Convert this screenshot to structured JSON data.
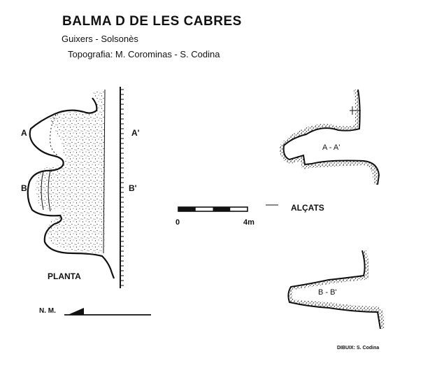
{
  "title": "BALMA D DE LES CABRES",
  "subtitle": "Guixers - Solsonès",
  "credits": "Topografia: M. Corominas - S. Codina",
  "plan": {
    "label": "PLANTA",
    "section_a_left": "A",
    "section_a_right": "A'",
    "section_b_left": "B",
    "section_b_right": "B'"
  },
  "elevations": {
    "label": "ALÇATS",
    "section_aa": "A - A'",
    "section_bb": "B - B'"
  },
  "scale_bar": {
    "start_label": "0",
    "end_label": "4m",
    "segments": 4
  },
  "north": {
    "label": "N. M."
  },
  "drawing_credit": "DIBUIX: S. Codina",
  "colors": {
    "ink": "#111111",
    "paper": "#ffffff"
  }
}
